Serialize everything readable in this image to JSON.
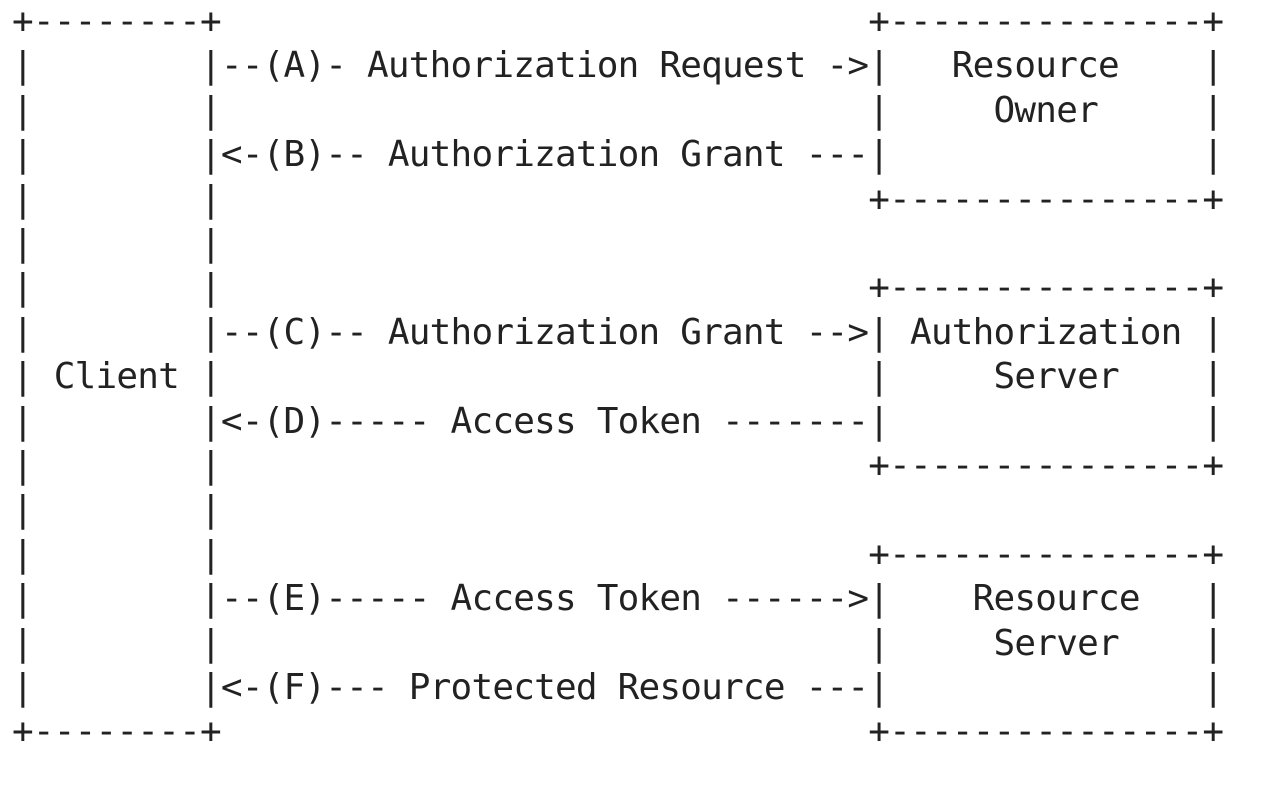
{
  "diagram": {
    "lines": [
      "+--------+                               +---------------+",
      "|        |--(A)- Authorization Request ->|   Resource    |",
      "|        |                               |     Owner     |",
      "|        |<-(B)-- Authorization Grant ---|               |",
      "|        |                               +---------------+",
      "|        |",
      "|        |                               +---------------+",
      "|        |--(C)-- Authorization Grant -->| Authorization |",
      "| Client |                               |     Server    |",
      "|        |<-(D)----- Access Token -------|               |",
      "|        |                               +---------------+",
      "|        |",
      "|        |                               +---------------+",
      "|        |--(E)----- Access Token ------>|    Resource   |",
      "|        |                               |     Server    |",
      "|        |<-(F)--- Protected Resource ---|               |",
      "+--------+                               +---------------+"
    ]
  }
}
